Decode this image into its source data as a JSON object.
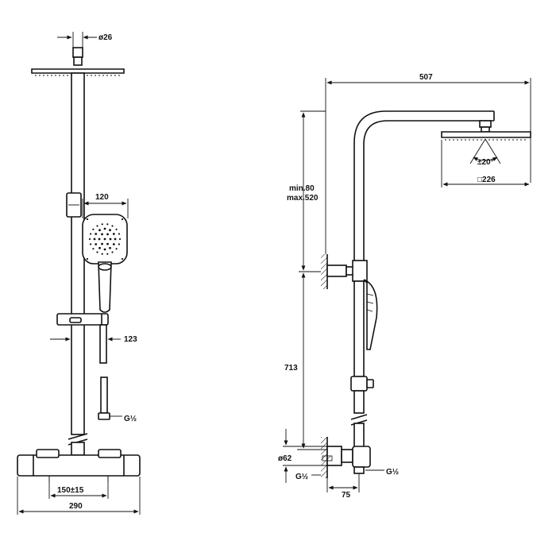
{
  "front_view": {
    "pipe_diameter": "ø26",
    "handshower_width": "120",
    "slider_offset": "123",
    "inlet_thread": "G½",
    "inlet_spacing": "150±15",
    "overall_width": "290"
  },
  "side_view": {
    "arm_length": "507",
    "height_adjust_min": "min.80",
    "height_adjust_max": "max.520",
    "tilt_angle": "±20°",
    "head_size": "□226",
    "valve_height": "713",
    "cover_diameter": "ø62",
    "inlet_thread_left": "G½",
    "inlet_thread_right": "G½",
    "wall_offset": "75"
  }
}
